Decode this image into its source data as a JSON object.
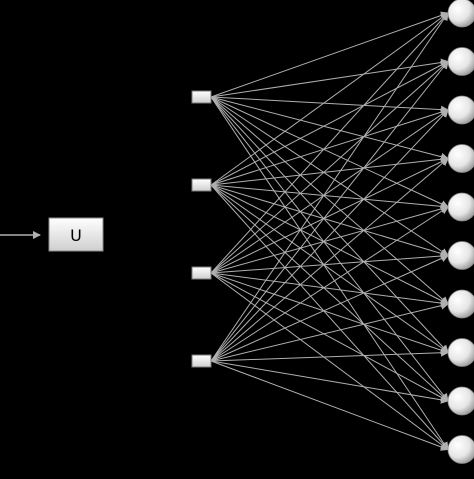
{
  "diagram": {
    "input_box_label": "U",
    "hidden_node_count": 4,
    "output_node_count": 10,
    "connectivity": "fully-connected",
    "colors": {
      "background": "#000000",
      "edge": "#b0b0b0",
      "node_fill": "#f2f2f2",
      "node_shade": "#9a9a9a",
      "box_fill": "#f5f5f5",
      "label": "#000000"
    }
  }
}
